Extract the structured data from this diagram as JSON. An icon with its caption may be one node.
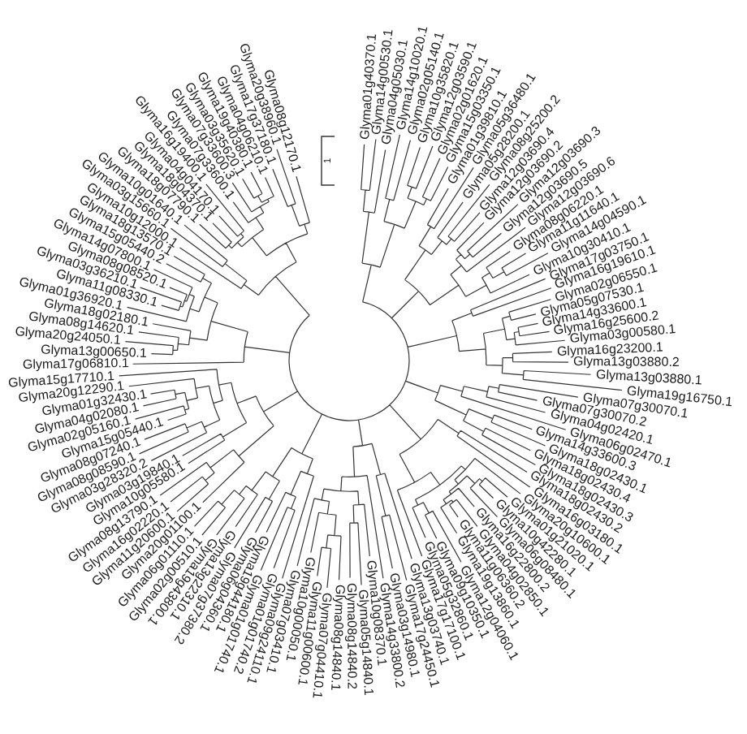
{
  "diagram": {
    "labels": [
      "Glyma01g40370.1",
      "Glyma14g00530.1",
      "Glyma04g05030.1",
      "Glyma14g10020.1",
      "Glyma02g05140.1",
      "Glyma10g35820.1",
      "Glyma12g03590.1",
      "Glyma02g01620.1",
      "Glyma15g03350.1",
      "Glyma01g39810.1",
      "Glyma05g36480.1",
      "Glyma05g28200.1",
      "Glyma08g25200.2",
      "Glyma12g03690.4",
      "Glyma12g03690.2",
      "Glyma12g03690.3",
      "Glyma12g03690.5",
      "Glyma12g03690.6",
      "Glyma08g06220.1",
      "Glyma11g11640.1",
      "Glyma14g04590.1",
      "Glyma10g30410.1",
      "Glyma17g03750.1",
      "Glyma16g19610.1",
      "Glyma02g06550.1",
      "Glyma05g07530.1",
      "Glyma14g33600.1",
      "Glyma16g25600.2",
      "Glyma03g00580.1",
      "Glyma16g23200.1",
      "Glyma13g03880.2",
      "Glyma13g03880.1",
      "Glyma19g16750.1",
      "Glyma07g30070.1",
      "Glyma07g30070.2",
      "Glyma04g02420.1",
      "Glyma06g02470.1",
      "Glyma14g33600.3",
      "Glyma18g02430.1",
      "Glyma18g02430.4",
      "Glyma18g02430.3",
      "Glyma18g02430.2",
      "Glyma16g03180.1",
      "Glyma20g10600.1",
      "Glyma01g21020.1",
      "Glyma10g42280.1",
      "Glyma06g08480.1",
      "Glyma16g22800.2",
      "Glyma04g02850.1",
      "Glyma11g06360.2",
      "Glyma19g13860.1",
      "Glyma12g04060.1",
      "Glyma09g10350.1",
      "Glyma05g32860.1",
      "Glyma17g17100.1",
      "Glyma13g03740.1",
      "Glyma17g24450.1",
      "Glyma03g14980.1",
      "Glyma14g33800.2",
      "Glyma10g08370.1",
      "Glyma05g14840.1",
      "Glyma08g14840.2",
      "Glyma08g14840.1",
      "Glyma07g04410.1",
      "Glyma11g00600.1",
      "Glyma10g00050.1",
      "Glyma07g03410.1",
      "Glyma09g24110.1",
      "Glyma01g01740.2",
      "Glyma01g01740.1",
      "Glyma19g44180.1",
      "Glyma06g04360.1",
      "Glyma07g37380.2",
      "Glyma13g22310.1",
      "Glyma19g43800.1",
      "Glyma02g00510.1",
      "Glyma06g01110.1",
      "Glyma20g01100.1",
      "Glyma11g20600.1",
      "Glyma16g02220.1",
      "Glyma08g13790.1",
      "Glyma10g05580.1",
      "Glyma03g19840.1",
      "Glyma03g28320.2",
      "Glyma08g08590.1",
      "Glyma08g07240.1",
      "Glyma15g05440.1",
      "Glyma02g05160.1",
      "Glyma04g02080.1",
      "Glyma01g32430.1",
      "Glyma20g12290.1",
      "Glyma15g17710.1",
      "Glyma17g06810.1",
      "Glyma13g00650.1",
      "Glyma20g24050.1",
      "Glyma08g14620.1",
      "Glyma18g02180.1",
      "Glyma01g36920.1",
      "Glyma11g08330.1",
      "Glyma03g36210.1",
      "Glyma08g08520.1",
      "Glyma14g07800.1",
      "Glyma15g05440.2",
      "Glyma18g13570.1",
      "Glyma10g12000.1",
      "Glyma03g15660.1",
      "Glyma10g01640.1",
      "Glyma18g07790.1",
      "Glyma18g04370.1",
      "Glyma04g04170.1",
      "Glyma16g19400.1",
      "Glyma07g33600.1",
      "Glyma07g33600.3",
      "Glyma03g35620.1",
      "Glyma19g40380.1",
      "Glyma04g06210.1",
      "Glyma17g37180.1",
      "Glyma20g38960.1",
      "Glyma08g12170.1",
      "1"
    ]
  }
}
